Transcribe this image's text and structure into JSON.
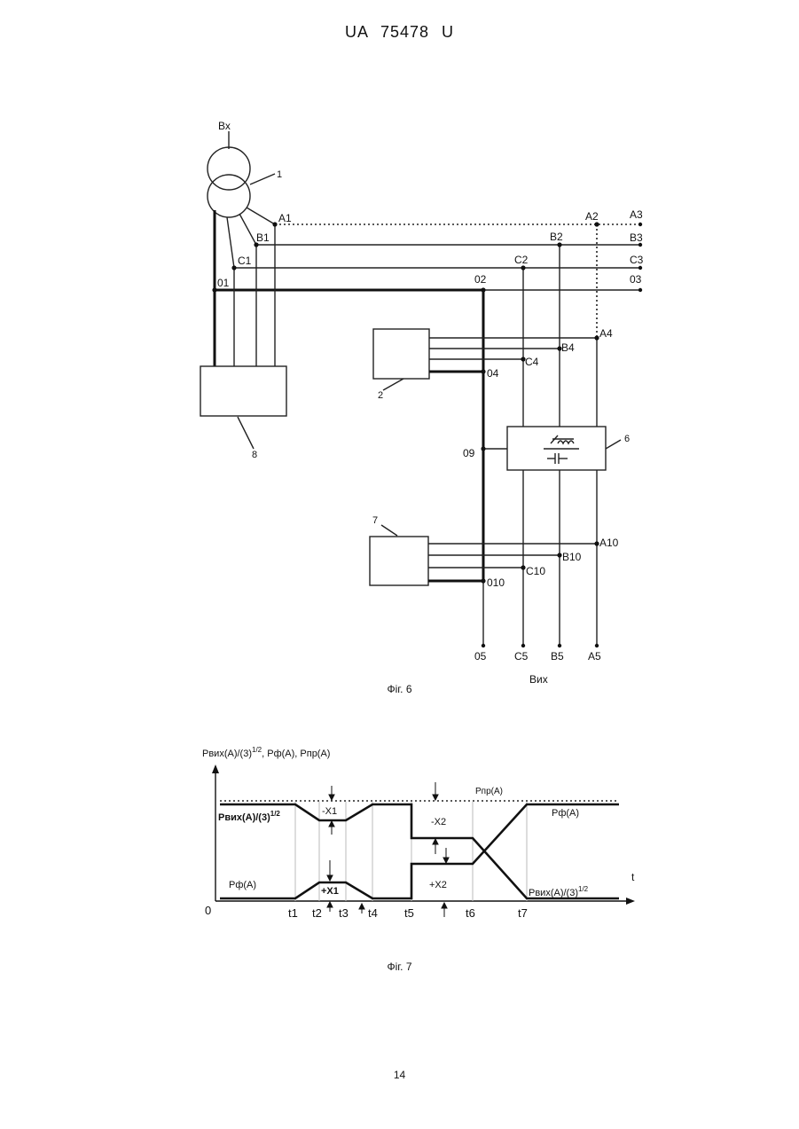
{
  "header": {
    "doc_id": "UA 75478 U"
  },
  "fig6": {
    "caption": "Фіг. 6",
    "input_label": "Вх",
    "output_label": "Вих",
    "refs": {
      "r1": "1",
      "r2": "2",
      "r6": "6",
      "r7": "7",
      "r8": "8"
    },
    "nodes": {
      "A1": "A1",
      "B1": "B1",
      "C1": "C1",
      "O1": "01",
      "A2": "A2",
      "B2": "B2",
      "C2": "C2",
      "O2": "02",
      "A3": "A3",
      "B3": "B3",
      "C3": "C3",
      "O3": "03",
      "A4": "A4",
      "B4": "B4",
      "C4": "C4",
      "O4": "04",
      "O9": "09",
      "A10": "A10",
      "B10": "B10",
      "C10": "C10",
      "O10": "010",
      "O5": "05",
      "C5": "C5",
      "B5": "B5",
      "A5": "A5"
    }
  },
  "fig7": {
    "caption": "Фіг. 7",
    "y_axis_label": "Рвих(А)/(3)",
    "y_axis_sup": "1/2",
    "y_axis_rest": ", Рф(А), Рпр(А)",
    "x_axis_label": "t",
    "origin_label": "0",
    "curve_labels": {
      "pvih_left": "Рвих(А)/(3)",
      "pvih_left_sup": "1/2",
      "pf_left": "Рф(А)",
      "ppr": "Рпр(А)",
      "pf_right": "Рф(А)",
      "pvih_right": "Рвих(А)/(3)",
      "pvih_right_sup": "1/2"
    },
    "deltas": {
      "mx1": "-X1",
      "px1": "+X1",
      "mx2": "-X2",
      "px2": "+X2"
    },
    "ticks": [
      "t1",
      "t2",
      "t3",
      "t4",
      "t5",
      "t6",
      "t7"
    ]
  },
  "page_number": "14"
}
